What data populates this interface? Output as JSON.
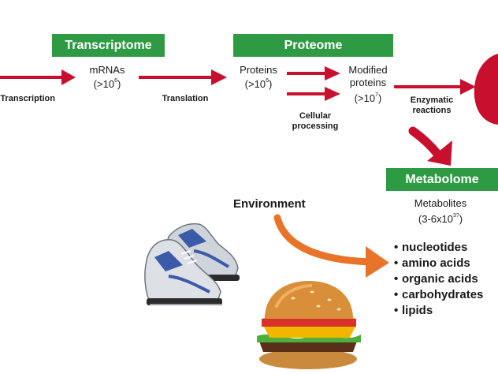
{
  "colors": {
    "header_green": "#2e9b44",
    "arrow_red": "#c8102e",
    "arrow_orange": "#e8742a",
    "text": "#1a1a1a"
  },
  "headers": {
    "transcriptome": "Transcriptome",
    "proteome": "Proteome",
    "metabolome": "Metabolome"
  },
  "labels": {
    "transcription": "Transcription",
    "mrnas": "mRNAs",
    "mrnas_count_base": "(>10",
    "mrnas_count_exp": "6",
    "mrnas_count_end": ")",
    "translation": "Translation",
    "proteins": "Proteins",
    "proteins_count_base": "(>10",
    "proteins_count_exp": "6",
    "proteins_count_end": ")",
    "cellular_processing_1": "Cellular",
    "cellular_processing_2": "processing",
    "modified_1": "Modified",
    "modified_2": "proteins",
    "modified_count_base": "(>10",
    "modified_count_exp": "7",
    "modified_count_end": ")",
    "enzymatic_1": "Enzymatic",
    "enzymatic_2": "reactions",
    "environment": "Environment",
    "metabolites": "Metabolites",
    "metabolites_count_base": "(3-6x10",
    "metabolites_count_exp": "3?",
    "metabolites_count_end": ")"
  },
  "metabolite_classes": [
    "nucleotides",
    "amino acids",
    "organic acids",
    "carbohydrates",
    "lipids"
  ],
  "images": {
    "shoes": "running-shoes",
    "burger": "hamburger"
  }
}
